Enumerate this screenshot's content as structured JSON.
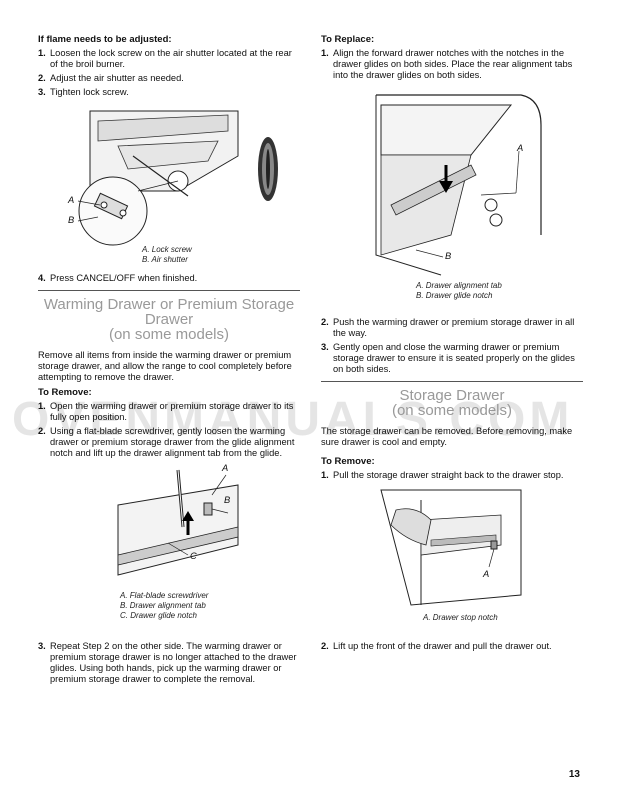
{
  "left": {
    "flame_heading": "If flame needs to be adjusted:",
    "flame_steps": [
      {
        "num": "1.",
        "text": "Loosen the lock screw on the air shutter located at the rear of the broil burner."
      },
      {
        "num": "2.",
        "text": "Adjust the air shutter as needed."
      },
      {
        "num": "3.",
        "text": "Tighten lock screw."
      }
    ],
    "fig1": {
      "label_a": "A",
      "label_b": "B",
      "caption_a": "A. Lock screw",
      "caption_b": "B. Air shutter"
    },
    "step4": {
      "num": "4.",
      "text": "Press CANCEL/OFF when finished."
    },
    "section_title_1": "Warming Drawer or Premium Storage",
    "section_title_2": "Drawer",
    "section_title_3": "(on some models)",
    "intro": "Remove all items from inside the warming drawer or premium storage drawer, and allow the range to cool completely before attempting to remove the drawer.",
    "remove_heading": "To Remove:",
    "remove_steps": [
      {
        "num": "1.",
        "text": "Open the warming drawer or premium storage drawer to its fully open position."
      },
      {
        "num": "2.",
        "text": "Using a flat-blade screwdriver, gently loosen the warming drawer or premium storage drawer from the glide alignment notch and lift up the drawer alignment tab from the glide."
      }
    ],
    "fig2": {
      "label_a": "A",
      "label_b": "B",
      "label_c": "C",
      "caption_a": "A. Flat-blade screwdriver",
      "caption_b": "B. Drawer alignment tab",
      "caption_c": "C. Drawer glide notch"
    },
    "step3": {
      "num": "3.",
      "text": "Repeat Step 2 on the other side. The warming drawer or premium storage drawer is no longer attached to the drawer glides. Using both hands, pick up the warming drawer or premium storage drawer to complete the removal."
    }
  },
  "right": {
    "replace_heading": "To Replace:",
    "replace_steps": [
      {
        "num": "1.",
        "text": "Align the forward drawer notches with the notches in the drawer glides on both sides. Place the rear alignment tabs into the drawer glides on both sides."
      }
    ],
    "fig3": {
      "label_a": "A",
      "label_b": "B",
      "caption_a": "A. Drawer alignment tab",
      "caption_b": "B. Drawer glide notch"
    },
    "replace_steps_2": [
      {
        "num": "2.",
        "text": "Push the warming drawer or premium storage drawer in all the way."
      },
      {
        "num": "3.",
        "text": "Gently open and close the warming drawer or premium storage drawer to ensure it is seated properly on the glides on both sides."
      }
    ],
    "storage_title_1": "Storage Drawer",
    "storage_title_2": "(on some models)",
    "storage_intro": "The storage drawer can be removed. Before removing, make sure drawer is cool and empty.",
    "remove_heading": "To Remove:",
    "remove_steps": [
      {
        "num": "1.",
        "text": "Pull the storage drawer straight back to the drawer stop."
      }
    ],
    "fig4": {
      "label_a": "A",
      "caption_a": "A. Drawer stop notch"
    },
    "step2": {
      "num": "2.",
      "text": "Lift up the front of the drawer and pull the drawer out."
    }
  },
  "watermark": "OVENMANUALS.COM",
  "page_number": "13"
}
